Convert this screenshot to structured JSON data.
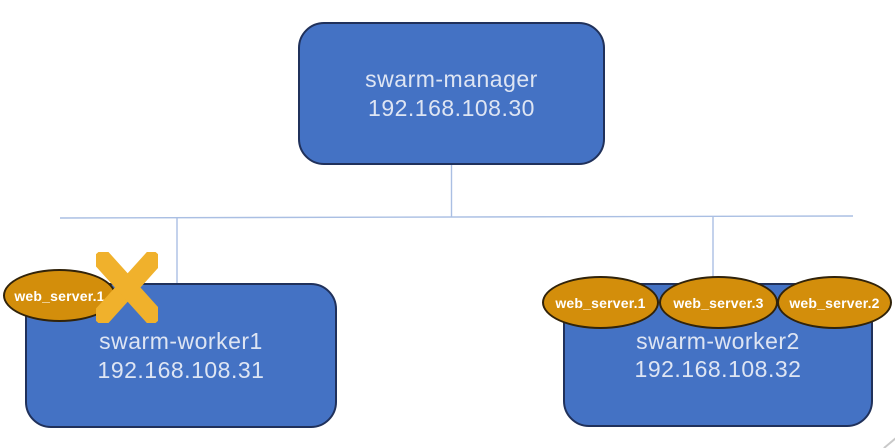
{
  "nodes": {
    "manager": {
      "name": "swarm-manager",
      "ip": "192.168.108.30"
    },
    "worker1": {
      "name": "swarm-worker1",
      "ip": "192.168.108.31"
    },
    "worker2": {
      "name": "swarm-worker2",
      "ip": "192.168.108.32"
    }
  },
  "services": {
    "worker1": [
      {
        "label": "web_server.1",
        "status": "failed"
      }
    ],
    "worker2": [
      {
        "label": "web_server.1",
        "status": "running"
      },
      {
        "label": "web_server.3",
        "status": "running"
      },
      {
        "label": "web_server.2",
        "status": "running"
      }
    ]
  },
  "colors": {
    "node_fill": "#4472C4",
    "node_border": "#20315B",
    "node_text": "#DEE5F3",
    "service_fill": "#D38E0B",
    "service_border": "#31230A",
    "service_text": "#FFFFFF",
    "connector": "#AABFE3",
    "failure_x": "#F0B12C"
  }
}
